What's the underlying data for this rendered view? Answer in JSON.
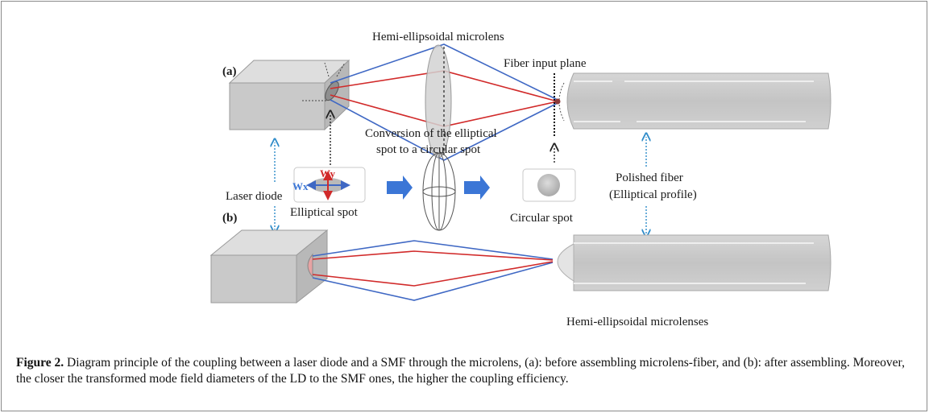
{
  "diagram": {
    "panel_a_label": "(a)",
    "panel_b_label": "(b)",
    "top_microlens_label": "Hemi-ellipsoidal microlens",
    "fiber_plane_label": "Fiber input plane",
    "conversion_line1": "Conversion of the elliptical",
    "conversion_line2": "spot to a circular spot",
    "laser_label": "Laser diode",
    "wy_label": "Wy",
    "wx_label": "Wx",
    "elliptical_label": "Elliptical spot",
    "circular_label": "Circular spot",
    "polished_line1": "Polished fiber",
    "polished_line2": "(Elliptical profile)",
    "bottom_microlens_label": "Hemi-ellipsoidal microlenses",
    "colors": {
      "beam_red": "#d12a2a",
      "beam_blue": "#3f68c4",
      "arrow_blue": "#3b76d6",
      "dotted_blue": "#2e8bc9",
      "block_gray": "#c9c9c9"
    }
  },
  "caption": {
    "figure_label": "Figure 2.",
    "text": " Diagram principle of the coupling between a laser diode and a SMF through the microlens, (a): before assembling microlens-fiber, and (b): after assembling. Moreover, the closer the transformed mode field diameters of the LD to the SMF ones, the higher the coupling efficiency."
  }
}
